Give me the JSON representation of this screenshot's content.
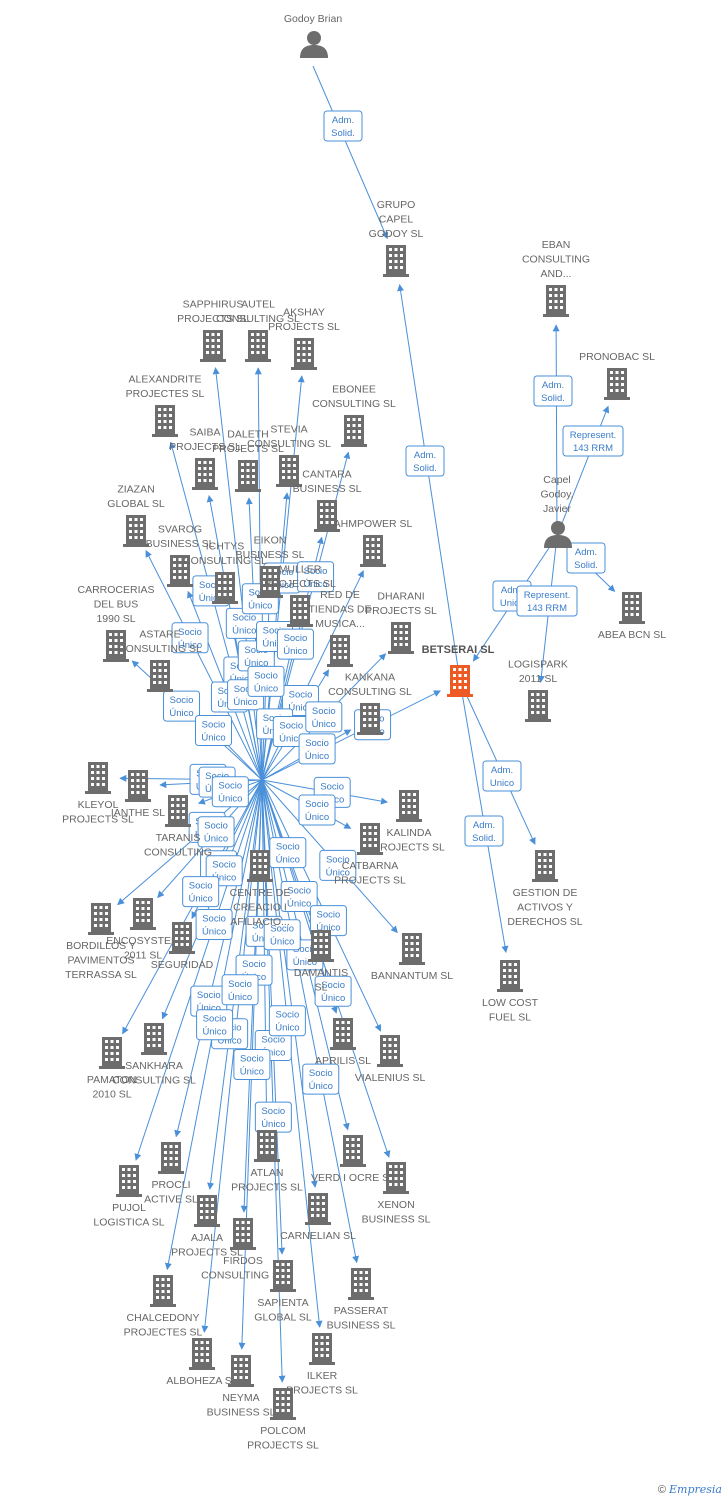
{
  "colors": {
    "edge": "#4a90d9",
    "node": "#6d6d6d",
    "focus": "#ee5a24",
    "label": "#666666"
  },
  "nodes": [
    {
      "id": "godoy",
      "type": "person",
      "label": [
        "Godoy Brian"
      ]
    },
    {
      "id": "capel",
      "type": "person",
      "label": [
        "Capel",
        "Godoy,",
        "Javier"
      ]
    },
    {
      "id": "grupo",
      "type": "company",
      "label": [
        "GRUPO",
        "CAPEL",
        "GODOY SL"
      ]
    },
    {
      "id": "eban",
      "type": "company",
      "label": [
        "EBAN",
        "CONSULTING",
        "AND..."
      ]
    },
    {
      "id": "pronobac",
      "type": "company",
      "label": [
        "PRONOBAC SL"
      ]
    },
    {
      "id": "abea",
      "type": "company",
      "label": [
        "ABEA BCN SL"
      ]
    },
    {
      "id": "betserai",
      "type": "focus",
      "label": [
        "BETSERAI SL"
      ]
    },
    {
      "id": "logispark",
      "type": "company",
      "label": [
        "LOGISPARK",
        "2011 SL"
      ]
    },
    {
      "id": "gestion",
      "type": "company",
      "label": [
        "GESTION DE",
        "ACTIVOS Y",
        "DERECHOS SL"
      ]
    },
    {
      "id": "lowcost",
      "type": "company",
      "label": [
        "LOW COST",
        "FUEL SL"
      ]
    },
    {
      "id": "sapphirus",
      "type": "company",
      "label": [
        "SAPPHIRUS",
        "PROJECTS SL"
      ]
    },
    {
      "id": "autel",
      "type": "company",
      "label": [
        "AUTEL",
        "CONSULTING SL"
      ]
    },
    {
      "id": "akshay",
      "type": "company",
      "label": [
        "AKSHAY",
        "PROJECTS SL"
      ]
    },
    {
      "id": "alexandrite",
      "type": "company",
      "label": [
        "ALEXANDRITE",
        "PROJECTES SL"
      ]
    },
    {
      "id": "ebonee",
      "type": "company",
      "label": [
        "EBONEE",
        "CONSULTING SL"
      ]
    },
    {
      "id": "saiba",
      "type": "company",
      "label": [
        "SAIBA",
        "PROJECTS SL"
      ]
    },
    {
      "id": "daleth",
      "type": "company",
      "label": [
        "DALETH",
        "PROJECTS SL"
      ]
    },
    {
      "id": "stevia",
      "type": "company",
      "label": [
        "STEVIA",
        "CONSULTING SL"
      ]
    },
    {
      "id": "cantara",
      "type": "company",
      "label": [
        "CANTARA",
        "BUSINESS SL"
      ]
    },
    {
      "id": "ziazan",
      "type": "company",
      "label": [
        "ZIAZAN",
        "GLOBAL SL"
      ]
    },
    {
      "id": "ahmpower",
      "type": "company",
      "label": [
        "AHMPOWER  SL"
      ]
    },
    {
      "id": "svarog",
      "type": "company",
      "label": [
        "SVAROG",
        "BUSINESS SL"
      ]
    },
    {
      "id": "ichtys",
      "type": "company",
      "label": [
        "ICHTYS",
        "CONSULTING SL"
      ]
    },
    {
      "id": "eikon",
      "type": "company",
      "label": [
        "EIKON",
        "BUSINESS SL"
      ]
    },
    {
      "id": "carrocerias",
      "type": "company",
      "label": [
        "CARROCERIAS",
        "DEL BUS",
        "1990  SL"
      ]
    },
    {
      "id": "muller",
      "type": "company",
      "label": [
        "MULLER",
        "PROJECTS SL"
      ]
    },
    {
      "id": "redtiendas",
      "type": "company",
      "label": [
        "RED DE",
        "TIENDAS DE",
        "MUSICA..."
      ]
    },
    {
      "id": "dharani",
      "type": "company",
      "label": [
        "DHARANI",
        "PROJECTS SL"
      ]
    },
    {
      "id": "astare",
      "type": "company",
      "label": [
        "ASTARE",
        "CONSULTING SL"
      ]
    },
    {
      "id": "kankana",
      "type": "company",
      "label": [
        "KANKANA",
        "CONSULTING SL"
      ]
    },
    {
      "id": "kleyol",
      "type": "company",
      "label": [
        "KLEYOL",
        "PROJECTS SL"
      ]
    },
    {
      "id": "ianthe",
      "type": "company",
      "label": [
        "IANTHE SL"
      ]
    },
    {
      "id": "taranis",
      "type": "company",
      "label": [
        "TARANIS",
        "CONSULTING"
      ]
    },
    {
      "id": "kalinda",
      "type": "company",
      "label": [
        "KALINDA",
        "PROJECTS SL"
      ]
    },
    {
      "id": "catbarna",
      "type": "company",
      "label": [
        "CATBARNA",
        "PROJECTS SL"
      ]
    },
    {
      "id": "centre",
      "type": "company",
      "label": [
        "CENTRE DE",
        "CREACIO I",
        "AFILIACIO..."
      ]
    },
    {
      "id": "bordillos",
      "type": "company",
      "label": [
        "BORDILLOS Y",
        "PAVIMENTOS",
        "TERRASSA  SL"
      ]
    },
    {
      "id": "encosystem",
      "type": "company",
      "label": [
        "ENCOSYSTEM",
        "2011  SL"
      ]
    },
    {
      "id": "damantis",
      "type": "company",
      "label": [
        "DAMANTIS",
        "SL"
      ]
    },
    {
      "id": "bannantum",
      "type": "company",
      "label": [
        "BANNANTUM SL"
      ]
    },
    {
      "id": "seguridad",
      "type": "company",
      "label": [
        "SEGURIDAD"
      ]
    },
    {
      "id": "sankhara",
      "type": "company",
      "label": [
        "SANKHARA",
        "CONSULTING SL"
      ]
    },
    {
      "id": "pamaton",
      "type": "company",
      "label": [
        "PAMATON",
        "2010  SL"
      ]
    },
    {
      "id": "aprilis",
      "type": "company",
      "label": [
        "APRILIS SL"
      ]
    },
    {
      "id": "vialenius",
      "type": "company",
      "label": [
        "VIALENIUS SL"
      ]
    },
    {
      "id": "proclis",
      "type": "company",
      "label": [
        "PROCLI",
        "ACTIVE SL"
      ]
    },
    {
      "id": "pujol",
      "type": "company",
      "label": [
        "PUJOL",
        "LOGISTICA  SL"
      ]
    },
    {
      "id": "atlan",
      "type": "company",
      "label": [
        "ATLAN",
        "PROJECTS SL"
      ]
    },
    {
      "id": "verdiocre",
      "type": "company",
      "label": [
        "VERD I OCRE  SL"
      ]
    },
    {
      "id": "xenon",
      "type": "company",
      "label": [
        "XENON",
        "BUSINESS SL"
      ]
    },
    {
      "id": "ajala",
      "type": "company",
      "label": [
        "AJALA",
        "PROJECTS SL"
      ]
    },
    {
      "id": "carnelian",
      "type": "company",
      "label": [
        "CARNELIAN SL"
      ]
    },
    {
      "id": "firdos",
      "type": "company",
      "label": [
        "FIRDOS",
        "CONSULTING SL"
      ]
    },
    {
      "id": "chalcedony",
      "type": "company",
      "label": [
        "CHALCEDONY",
        "PROJECTES SL"
      ]
    },
    {
      "id": "sapienta",
      "type": "company",
      "label": [
        "SAPIENTA",
        "GLOBAL SL"
      ]
    },
    {
      "id": "passerat",
      "type": "company",
      "label": [
        "PASSERAT",
        "BUSINESS SL"
      ]
    },
    {
      "id": "alboheza",
      "type": "company",
      "label": [
        "ALBOHEZA SL"
      ]
    },
    {
      "id": "ilker",
      "type": "company",
      "label": [
        "ILKER",
        "PROJECTS SL"
      ]
    },
    {
      "id": "neyma",
      "type": "company",
      "label": [
        "NEYMA",
        "BUSINESS SL"
      ]
    },
    {
      "id": "polcom",
      "type": "company",
      "label": [
        "POLCOM",
        "PROJECTS  SL"
      ]
    }
  ],
  "edge_labels": {
    "adm_solid": [
      "Adm.",
      "Solid."
    ],
    "adm_unico": [
      "Adm.",
      "Unico"
    ],
    "represent": [
      "Represent.",
      "143 RRM"
    ],
    "socio_unico": [
      "Socio",
      "Único"
    ]
  },
  "footer": {
    "copyright": "©",
    "brand": "Empresia"
  }
}
